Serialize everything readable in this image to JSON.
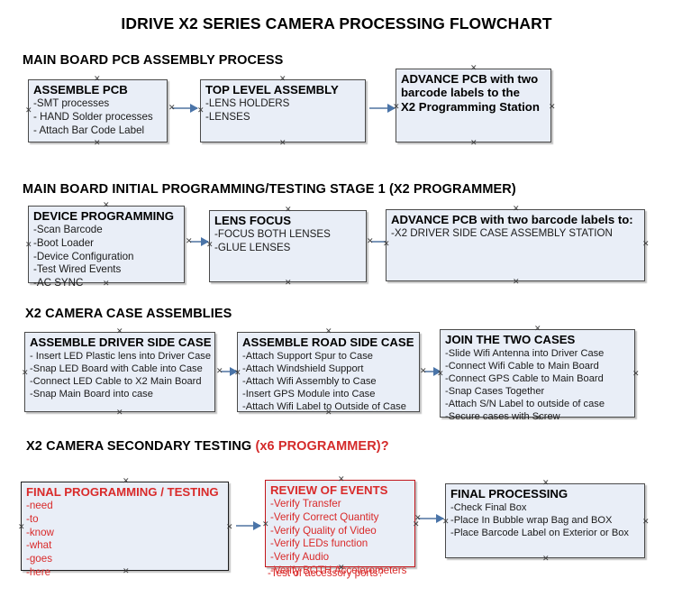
{
  "title": "IDRIVE X2  SERIES CAMERA PROCESSING FLOWCHART",
  "sections": [
    {
      "header": "MAIN BOARD PCB ASSEMBLY PROCESS",
      "header_accent": ""
    },
    {
      "header": "MAIN BOARD INITIAL PROGRAMMING/TESTING STAGE 1 (X2 PROGRAMMER)",
      "header_accent": ""
    },
    {
      "header": "X2 CAMERA CASE ASSEMBLIES",
      "header_accent": ""
    },
    {
      "header": "X2 CAMERA SECONDARY TESTING ",
      "header_accent": "(x6 PROGRAMMER)?"
    }
  ],
  "boxes": {
    "assemble_pcb": {
      "title": "ASSEMBLE PCB",
      "lines": [
        "-SMT processes",
        "- HAND Solder processes",
        "- Attach Bar Code Label"
      ]
    },
    "top_level_assembly": {
      "title": "TOP LEVEL ASSEMBLY",
      "lines": [
        "-LENS HOLDERS",
        "-LENSES"
      ]
    },
    "advance_pcb_1": {
      "line1": "ADVANCE PCB with two",
      "line2": "barcode labels to the",
      "line3": " X2 Programming Station"
    },
    "device_programming": {
      "title": "DEVICE PROGRAMMING",
      "lines": [
        "-Scan Barcode",
        "-Boot Loader",
        "-Device Configuration",
        "-Test Wired Events",
        "-AC SYNC"
      ]
    },
    "lens_focus": {
      "title": "LENS FOCUS",
      "lines": [
        "-FOCUS BOTH LENSES",
        "-GLUE LENSES"
      ]
    },
    "advance_pcb_2": {
      "title": "ADVANCE PCB with two barcode labels to:",
      "lines": [
        "-X2 DRIVER  SIDE  CASE  ASSEMBLY STATION"
      ]
    },
    "assemble_driver_side_case": {
      "title": "ASSEMBLE DRIVER SIDE CASE",
      "lines": [
        "- Insert LED Plastic lens into Driver Case",
        "-Snap LED Board with Cable into Case",
        "-Connect LED Cable to X2 Main Board",
        "-Snap Main Board into case"
      ]
    },
    "assemble_road_side_case": {
      "title": "ASSEMBLE ROAD SIDE CASE",
      "lines": [
        "-Attach Support Spur to Case",
        "-Attach Windshield Support",
        "-Attach Wifi Assembly to Case",
        "-Insert GPS Module into Case",
        "-Attach Wifi Label to Outside of Case"
      ]
    },
    "join_the_two_cases": {
      "title": "JOIN THE TWO CASES",
      "lines": [
        "-Slide Wifi Antenna into Driver Case",
        "-Connect Wifi Cable to Main Board",
        "-Connect GPS Cable to Main Board",
        "-Snap Cases Together",
        "-Attach S/N Label to outside of case",
        "-Secure cases with Screw"
      ]
    },
    "final_programming_testing": {
      "title": "FINAL PROGRAMMING / TESTING",
      "lines": [
        "-need",
        "-to",
        "-know",
        "-what",
        "-goes",
        "-here"
      ]
    },
    "review_of_events": {
      "title": "REVIEW OF EVENTS",
      "lines": [
        "-Verify Transfer",
        "-Verify Correct Quantity",
        "-Verify Quality of Video",
        "-Verify LEDs function",
        "-Verify Audio",
        "-Verify BOTH Accelerometers"
      ],
      "overflow_line": "-Test of accessory ports?"
    },
    "final_processing": {
      "title": "FINAL PROCESSING",
      "lines": [
        "-Check Final Box",
        "-Place In Bubble wrap Bag and BOX",
        "-Place Barcode Label on Exterior or Box"
      ]
    }
  },
  "colors": {
    "box_fill": "#E9EEF7",
    "box_border": "#4A4A4A",
    "red_accent": "#D92A2A",
    "connector": "#7B96B8",
    "text": "#000000"
  }
}
